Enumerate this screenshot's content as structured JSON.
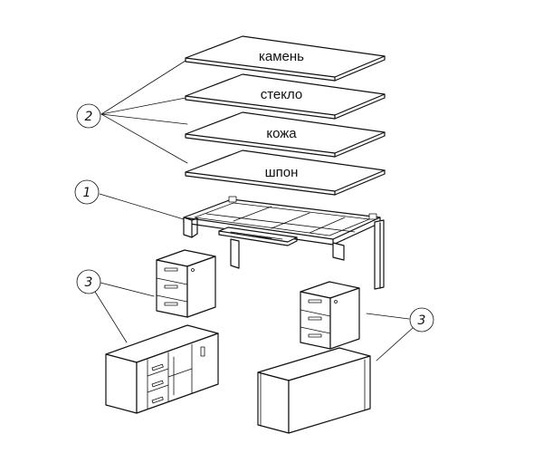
{
  "callouts": {
    "c1": "1",
    "c2": "2",
    "c3a": "3",
    "c3b": "3"
  },
  "panels": {
    "stone": "камень",
    "glass": "стекло",
    "leather": "кожа",
    "veneer": "шпон"
  }
}
